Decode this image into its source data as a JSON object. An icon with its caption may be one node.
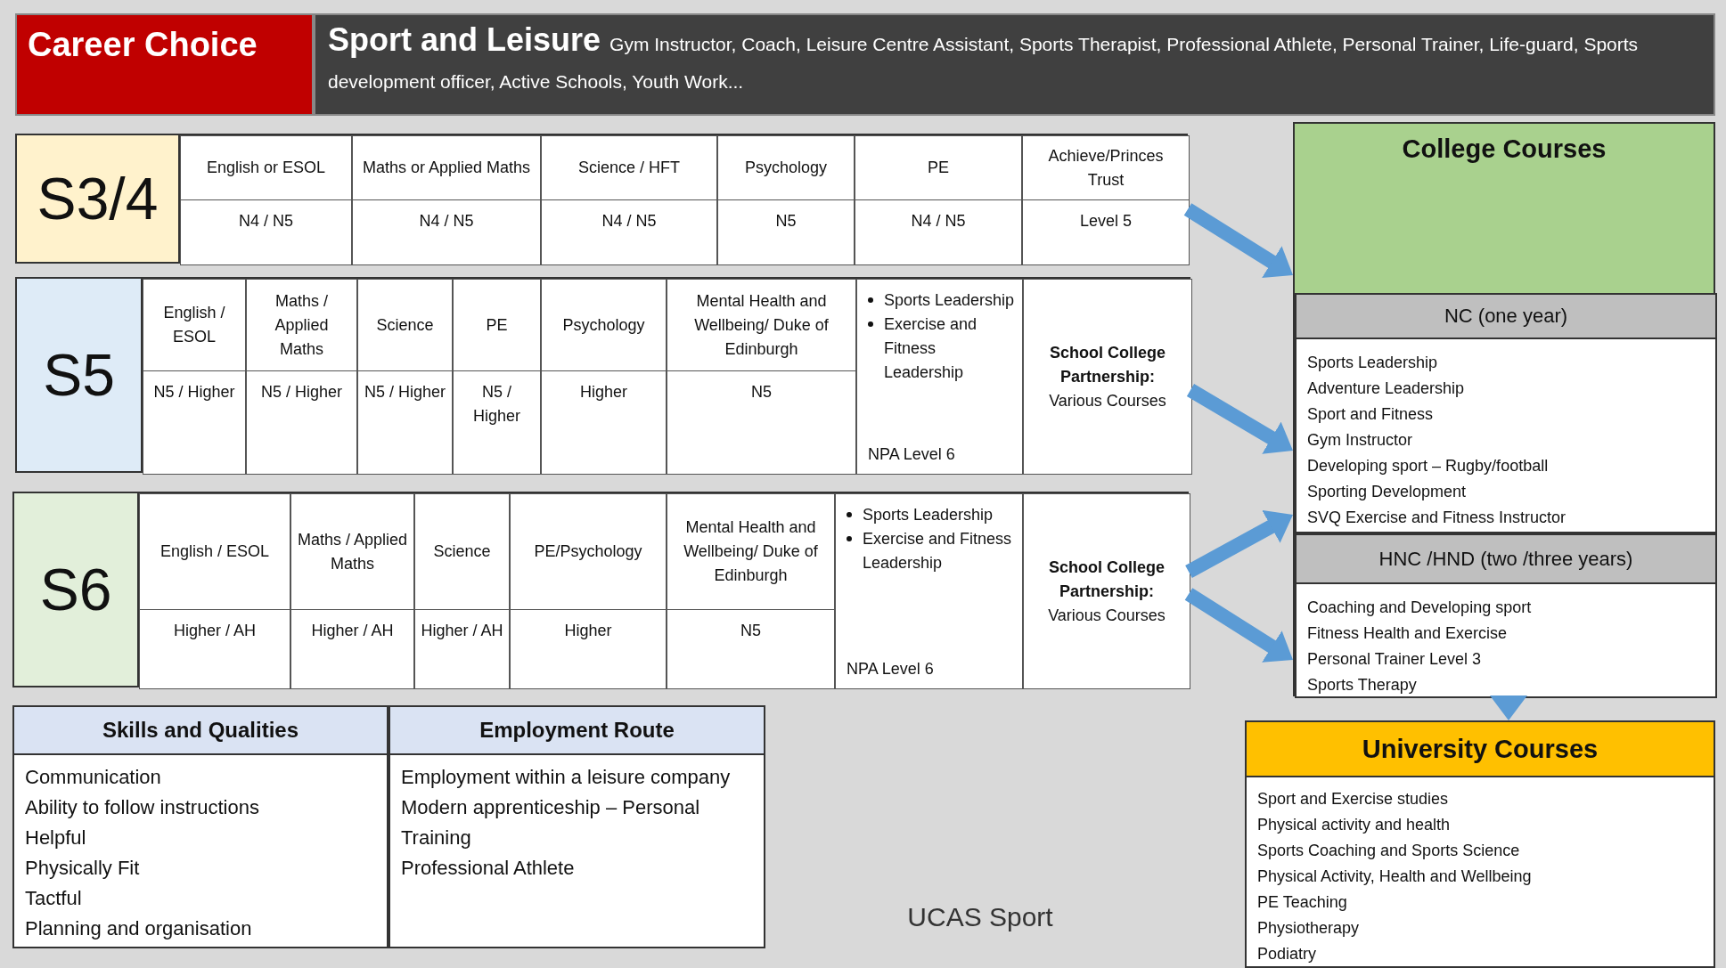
{
  "diagram": {
    "nodes": [
      {
        "text": [
          "Career Choice"
        ]
      },
      {
        "text": [
          "Sport and Leisure",
          "Gym Instructor, Coach, Leisure Centre Assistant, Sports Therapist, Professional Athlete, Personal Trainer, Life-guard, Sports development officer, Active Schools, Youth Work..."
        ]
      },
      {
        "text": [
          "S3/4"
        ]
      },
      {
        "text": [
          "English or ESOL",
          "N4 / N5"
        ],
        "in": 2
      },
      {
        "text": [
          "Maths or Applied Maths",
          "N4 / N5"
        ],
        "in": 2
      },
      {
        "text": [
          "Science / HFT",
          "N4 / N5"
        ],
        "in": 2
      },
      {
        "text": [
          "Psychology",
          "N5"
        ],
        "in": 2
      },
      {
        "text": [
          "PE",
          "N4 / N5"
        ],
        "in": 2
      },
      {
        "text": [
          "Achieve/Princes Trust",
          "Level 5"
        ],
        "in": 2
      },
      {
        "text": [
          "S5"
        ]
      },
      {
        "text": [
          "English / ESOL",
          "N5 / Higher"
        ],
        "in": 9
      },
      {
        "text": [
          "Maths / Applied Maths",
          "N5 / Higher"
        ],
        "in": 9
      },
      {
        "text": [
          "Science",
          "N5 / Higher"
        ],
        "in": 9
      },
      {
        "text": [
          "PE",
          "N5 / Higher"
        ],
        "in": 9
      },
      {
        "text": [
          "Psychology",
          "Higher"
        ],
        "in": 9
      },
      {
        "text": [
          "Mental Health and Wellbeing/ Duke of Edinburgh",
          "N5"
        ],
        "in": 9
      },
      {
        "text": [
          "Sports Leadership",
          "Exercise and Fitness Leadership",
          "NPA Level 6"
        ],
        "in": 9
      },
      {
        "text": [
          "School College Partnership:",
          "Various Courses"
        ],
        "in": 9
      },
      {
        "text": [
          "S6"
        ]
      },
      {
        "text": [
          "English / ESOL",
          "Higher / AH"
        ],
        "in": 18
      },
      {
        "text": [
          "Maths / Applied Maths",
          "Higher / AH"
        ],
        "in": 18
      },
      {
        "text": [
          "Science",
          "Higher / AH"
        ],
        "in": 18
      },
      {
        "text": [
          "PE/Psychology",
          "Higher"
        ],
        "in": 18
      },
      {
        "text": [
          "Mental Health and Wellbeing/ Duke of Edinburgh",
          "N5"
        ],
        "in": 18
      },
      {
        "text": [
          "Sports Leadership",
          "Exercise and Fitness Leadership",
          "NPA Level 6"
        ],
        "in": 18
      },
      {
        "text": [
          "School College Partnership:",
          "Various Courses"
        ],
        "in": 18
      },
      {
        "text": [
          "College Courses"
        ]
      },
      {
        "text": [
          "NC (one year)",
          "Sports Leadership",
          "Adventure Leadership",
          "Sport and Fitness",
          "Gym Instructor",
          "Developing sport – Rugby/football",
          "Sporting Development",
          "SVQ Exercise and Fitness Instructor"
        ],
        "in": 26
      },
      {
        "text": [
          "HNC /HND (two /three years)",
          "Coaching and Developing sport",
          "Fitness Health and Exercise",
          "Personal Trainer Level 3",
          "Sports Therapy"
        ],
        "in": 26
      },
      {
        "text": [
          "University Courses",
          "Sport and Exercise studies",
          "Physical activity and health",
          "Sports Coaching and Sports Science",
          "Physical Activity, Health and Wellbeing",
          "PE Teaching",
          "Physiotherapy",
          "Podiatry"
        ]
      },
      {
        "text": [
          "Skills and Qualities",
          "Communication",
          "Ability to follow instructions",
          "Helpful",
          "Physically Fit",
          "Tactful",
          "Planning and organisation"
        ]
      },
      {
        "text": [
          "Employment Route",
          "Employment within a leisure company",
          "Modern apprenticeship – Personal Training",
          "Professional Athlete"
        ]
      }
    ],
    "edges": [
      {
        "from": 8,
        "to": 26,
        "arrow": "to"
      },
      {
        "from": 17,
        "to": 27,
        "arrow": "to"
      },
      {
        "from": 25,
        "to": 27,
        "arrow": "to"
      },
      {
        "from": 25,
        "to": 28,
        "arrow": "to"
      },
      {
        "from": 28,
        "to": 29,
        "arrow": "to"
      }
    ],
    "labels": [
      "UCAS Sport"
    ]
  }
}
